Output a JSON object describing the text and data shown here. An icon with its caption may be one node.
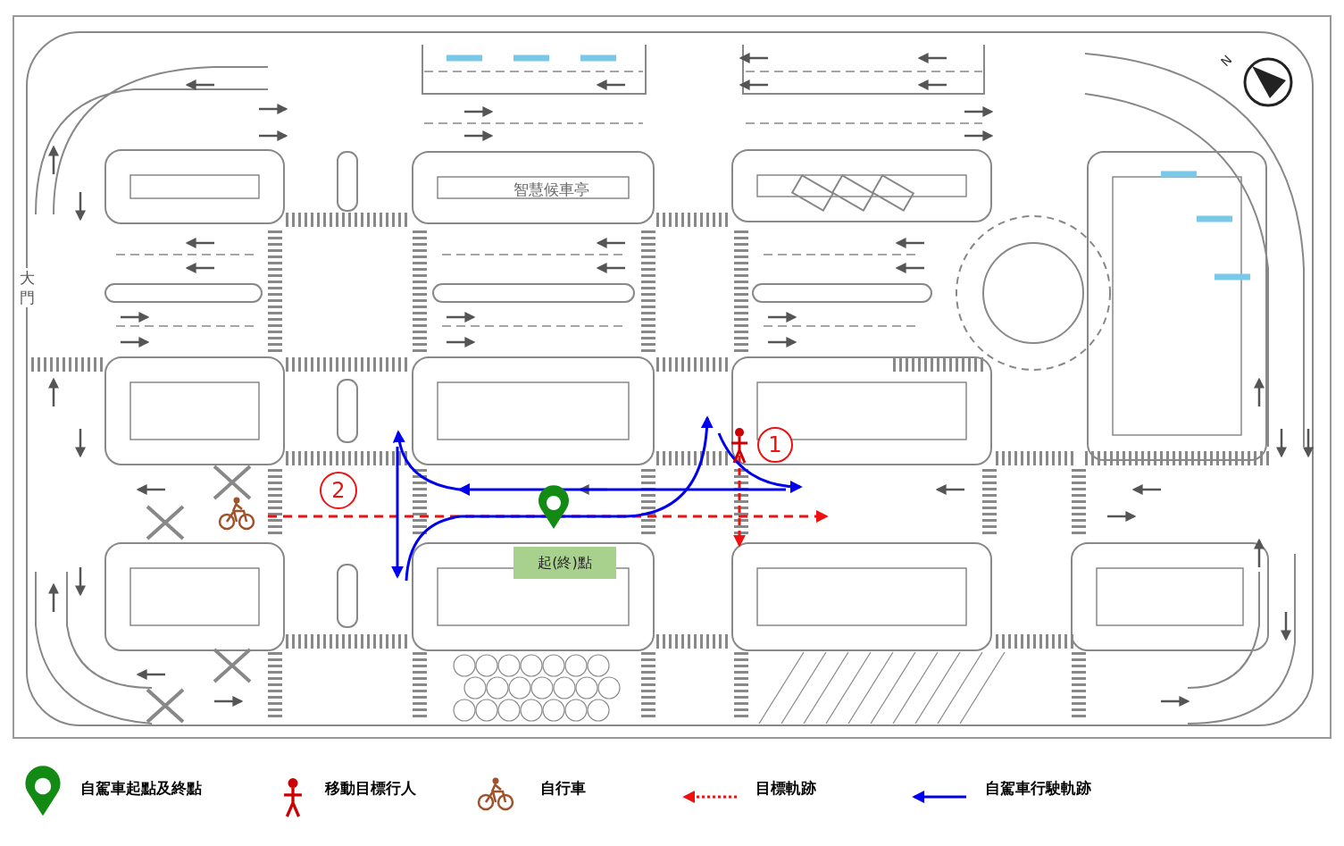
{
  "diagram": {
    "nodes": [
      {
        "text": [
          "智慧候車亭"
        ]
      },
      {
        "text": [
          "起(終)點"
        ]
      },
      {
        "text": [
          "1"
        ]
      },
      {
        "text": [
          "2"
        ]
      }
    ],
    "labels": [
      "大門",
      "N"
    ],
    "legend": [
      {
        "text": "自駕車起點及終點"
      },
      {
        "text": "移動目標行人"
      },
      {
        "text": "自行車"
      },
      {
        "text": "目標軌跡"
      },
      {
        "text": "自駕車行駛軌跡"
      }
    ]
  }
}
